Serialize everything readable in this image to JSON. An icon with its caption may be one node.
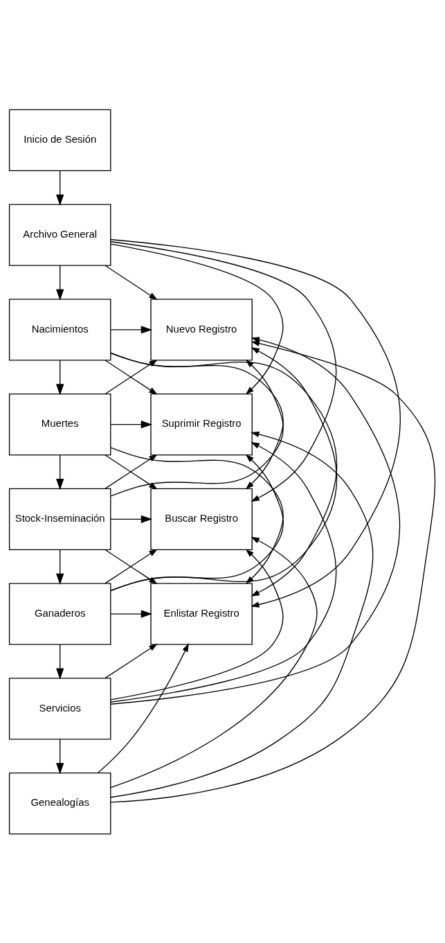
{
  "diagram": {
    "nodes": [
      {
        "text": [
          "Inicio de Sesión"
        ]
      },
      {
        "text": [
          "Archivo General"
        ]
      },
      {
        "text": [
          "Nacimientos"
        ]
      },
      {
        "text": [
          "Muertes"
        ]
      },
      {
        "text": [
          "Stock-Inseminación"
        ]
      },
      {
        "text": [
          "Ganaderos"
        ]
      },
      {
        "text": [
          "Servicios"
        ]
      },
      {
        "text": [
          "Genealogías"
        ]
      },
      {
        "text": [
          "Nuevo Registro"
        ]
      },
      {
        "text": [
          "Suprimir Registro"
        ]
      },
      {
        "text": [
          "Buscar Registro"
        ]
      },
      {
        "text": [
          "Enlistar Registro"
        ]
      }
    ],
    "edges": [
      {
        "from": 0,
        "to": 1,
        "arrow": "to"
      },
      {
        "from": 1,
        "to": 2,
        "arrow": "to"
      },
      {
        "from": 2,
        "to": 3,
        "arrow": "to"
      },
      {
        "from": 3,
        "to": 4,
        "arrow": "to"
      },
      {
        "from": 4,
        "to": 5,
        "arrow": "to"
      },
      {
        "from": 5,
        "to": 6,
        "arrow": "to"
      },
      {
        "from": 6,
        "to": 7,
        "arrow": "to"
      },
      {
        "from": 1,
        "to": 8,
        "arrow": "to"
      },
      {
        "from": 1,
        "to": 9,
        "arrow": "to"
      },
      {
        "from": 1,
        "to": 10,
        "arrow": "to"
      },
      {
        "from": 1,
        "to": 11,
        "arrow": "to"
      },
      {
        "from": 2,
        "to": 8,
        "arrow": "to"
      },
      {
        "from": 2,
        "to": 9,
        "arrow": "to"
      },
      {
        "from": 2,
        "to": 10,
        "arrow": "to"
      },
      {
        "from": 2,
        "to": 11,
        "arrow": "to"
      },
      {
        "from": 3,
        "to": 8,
        "arrow": "to"
      },
      {
        "from": 3,
        "to": 9,
        "arrow": "to"
      },
      {
        "from": 3,
        "to": 10,
        "arrow": "to"
      },
      {
        "from": 3,
        "to": 11,
        "arrow": "to"
      },
      {
        "from": 4,
        "to": 8,
        "arrow": "to"
      },
      {
        "from": 4,
        "to": 9,
        "arrow": "to"
      },
      {
        "from": 4,
        "to": 10,
        "arrow": "to"
      },
      {
        "from": 4,
        "to": 11,
        "arrow": "to"
      },
      {
        "from": 5,
        "to": 8,
        "arrow": "to"
      },
      {
        "from": 5,
        "to": 9,
        "arrow": "to"
      },
      {
        "from": 5,
        "to": 10,
        "arrow": "to"
      },
      {
        "from": 5,
        "to": 11,
        "arrow": "to"
      },
      {
        "from": 6,
        "to": 8,
        "arrow": "to"
      },
      {
        "from": 6,
        "to": 9,
        "arrow": "to"
      },
      {
        "from": 6,
        "to": 10,
        "arrow": "to"
      },
      {
        "from": 6,
        "to": 11,
        "arrow": "to"
      },
      {
        "from": 7,
        "to": 8,
        "arrow": "to"
      },
      {
        "from": 7,
        "to": 9,
        "arrow": "to"
      },
      {
        "from": 7,
        "to": 10,
        "arrow": "to"
      },
      {
        "from": 7,
        "to": 11,
        "arrow": "to"
      }
    ]
  }
}
